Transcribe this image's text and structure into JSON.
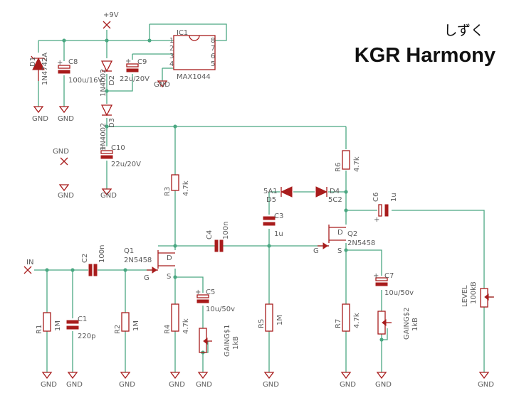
{
  "title": {
    "subtitle": "しずく",
    "name": "KGR Harmony"
  },
  "labels": {
    "vcc": "+9V",
    "ic1": "IC1",
    "ic1_part": "MAX1044",
    "ic1_pins": [
      "1",
      "2",
      "3",
      "4",
      "8",
      "7",
      "6",
      "5"
    ],
    "d1": "D1",
    "d1_val": "1N4742A",
    "c8": "C8",
    "c8_val": "100u/16V",
    "c9": "C9",
    "c9_val": "22u/20V",
    "d2": "D2",
    "d2_val": "1N4002",
    "d3": "D3",
    "d3_val": "1N4002",
    "c10": "C10",
    "c10_val": "22u/20V",
    "gnd": "GND",
    "r3": "R3",
    "r3_val": "4.7k",
    "r6": "R6",
    "r6_val": "4.7k",
    "d5": "D5",
    "d5_part": "5A1",
    "d4": "D4",
    "d4_part": "5C2",
    "c3": "C3",
    "c3_val": "1u",
    "c6": "C6",
    "c6_val": "1u",
    "c4": "C4",
    "c4_val": "100n",
    "q1": "Q1",
    "q1_part": "2N5458",
    "q2": "Q2",
    "q2_part": "2N5458",
    "in": "IN",
    "c2": "C2",
    "c2_val": "100n",
    "r1": "R1",
    "r1_val": "1M",
    "c1": "C1",
    "c1_val": "220p",
    "r2": "R2",
    "r2_val": "1M",
    "r4": "R4",
    "r4_val": "4.7k",
    "c5": "C5",
    "c5_val": "10u/50v",
    "gain1": "GAING$1",
    "gain1_val": "1kB",
    "r5": "R5",
    "r5_val": "1M",
    "r7": "R7",
    "r7_val": "4.7k",
    "c7": "C7",
    "c7_val": "10u/50v",
    "gain2": "GAING$2",
    "gain2_val": "1kB",
    "level": "LEVEL",
    "level_val": "100kB",
    "pin_d": "D",
    "pin_g": "G",
    "pin_s": "S",
    "plus": "+"
  }
}
